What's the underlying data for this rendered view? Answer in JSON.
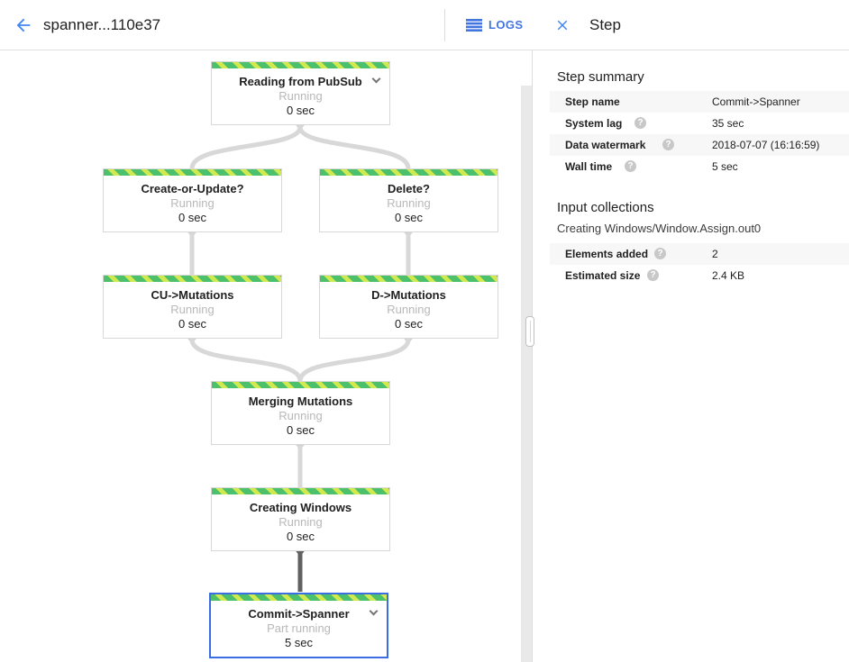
{
  "header": {
    "title": "spanner...110e37",
    "logs_button": "LOGS"
  },
  "side_panel": {
    "title": "Step",
    "step_summary": {
      "heading": "Step summary",
      "rows": [
        {
          "label": "Step name",
          "value": "Commit->Spanner",
          "help": false
        },
        {
          "label": "System lag",
          "value": "35 sec",
          "help": true
        },
        {
          "label": "Data watermark",
          "value": "2018-07-07 (16:16:59)",
          "help": true
        },
        {
          "label": "Wall time",
          "value": "5 sec",
          "help": true
        }
      ]
    },
    "input_collections": {
      "heading": "Input collections",
      "collection_name": "Creating Windows/Window.Assign.out0",
      "rows": [
        {
          "label": "Elements added",
          "value": "2",
          "help": true
        },
        {
          "label": "Estimated size",
          "value": "2.4 KB",
          "help": true
        }
      ]
    }
  },
  "graph": {
    "nodes": [
      {
        "label": "Reading from PubSub",
        "status": "Running",
        "duration": "0 sec",
        "expandable": true,
        "selected": false
      },
      {
        "label": "Create-or-Update?",
        "status": "Running",
        "duration": "0 sec",
        "expandable": false,
        "selected": false
      },
      {
        "label": "Delete?",
        "status": "Running",
        "duration": "0 sec",
        "expandable": false,
        "selected": false
      },
      {
        "label": "CU->Mutations",
        "status": "Running",
        "duration": "0 sec",
        "expandable": false,
        "selected": false
      },
      {
        "label": "D->Mutations",
        "status": "Running",
        "duration": "0 sec",
        "expandable": false,
        "selected": false
      },
      {
        "label": "Merging Mutations",
        "status": "Running",
        "duration": "0 sec",
        "expandable": false,
        "selected": false
      },
      {
        "label": "Creating Windows",
        "status": "Running",
        "duration": "0 sec",
        "expandable": true,
        "selected": false
      },
      {
        "label": "Commit->Spanner",
        "status": "Part running",
        "duration": "5 sec",
        "expandable": true,
        "selected": true
      }
    ]
  },
  "colors": {
    "accent_blue": "#4285f4",
    "selected_node_border": "#3d6de4",
    "stripe_green": "#4cc06a",
    "stripe_lime": "#cfe94f",
    "edge_gray": "#d8d8d8",
    "edge_selected": "#616161",
    "status_text_gray": "#b8b8b8"
  }
}
